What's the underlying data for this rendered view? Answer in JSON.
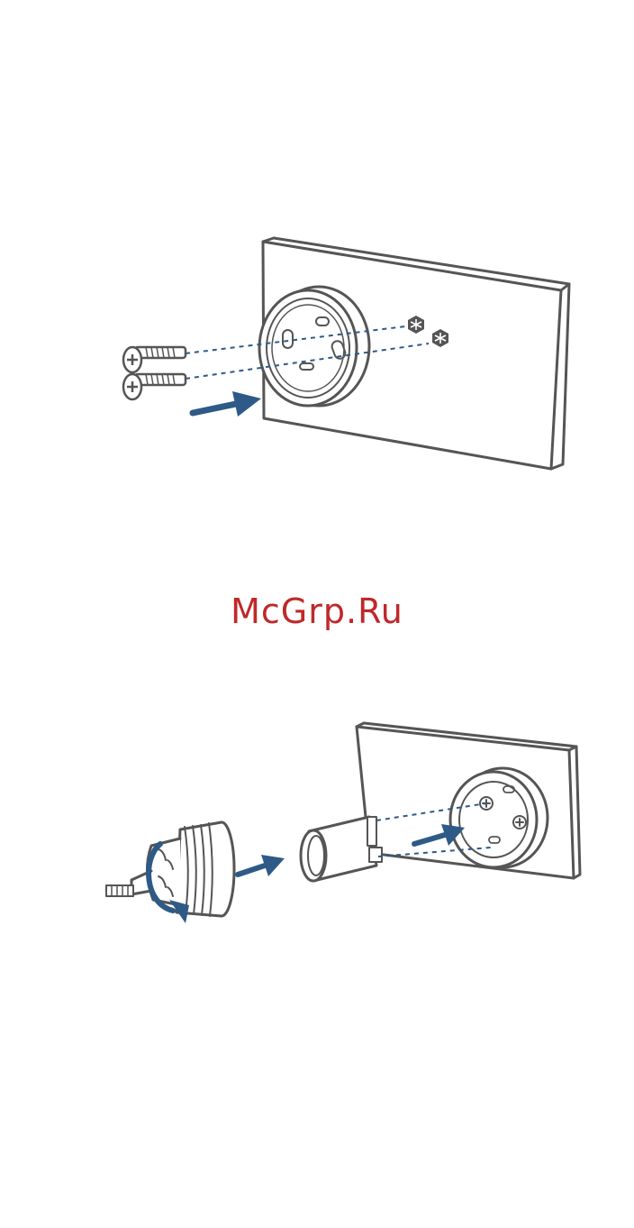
{
  "watermark": {
    "text": "McGrp.Ru"
  },
  "colors": {
    "line": "#555555",
    "accent": "#2e5a87",
    "watermark": "#c0282a",
    "background": "#ffffff"
  },
  "figures": [
    {
      "id": "step-mount-base",
      "parts": [
        "wall-panel",
        "mounting-ring",
        "screw",
        "screw",
        "wall-anchor",
        "wall-anchor",
        "push-arrow"
      ]
    },
    {
      "id": "step-attach-adapter",
      "parts": [
        "wall-panel",
        "mounted-ring",
        "adapter-sleeve",
        "thermostat-valve",
        "rotate-arrow",
        "push-arrow",
        "push-arrow"
      ]
    }
  ]
}
